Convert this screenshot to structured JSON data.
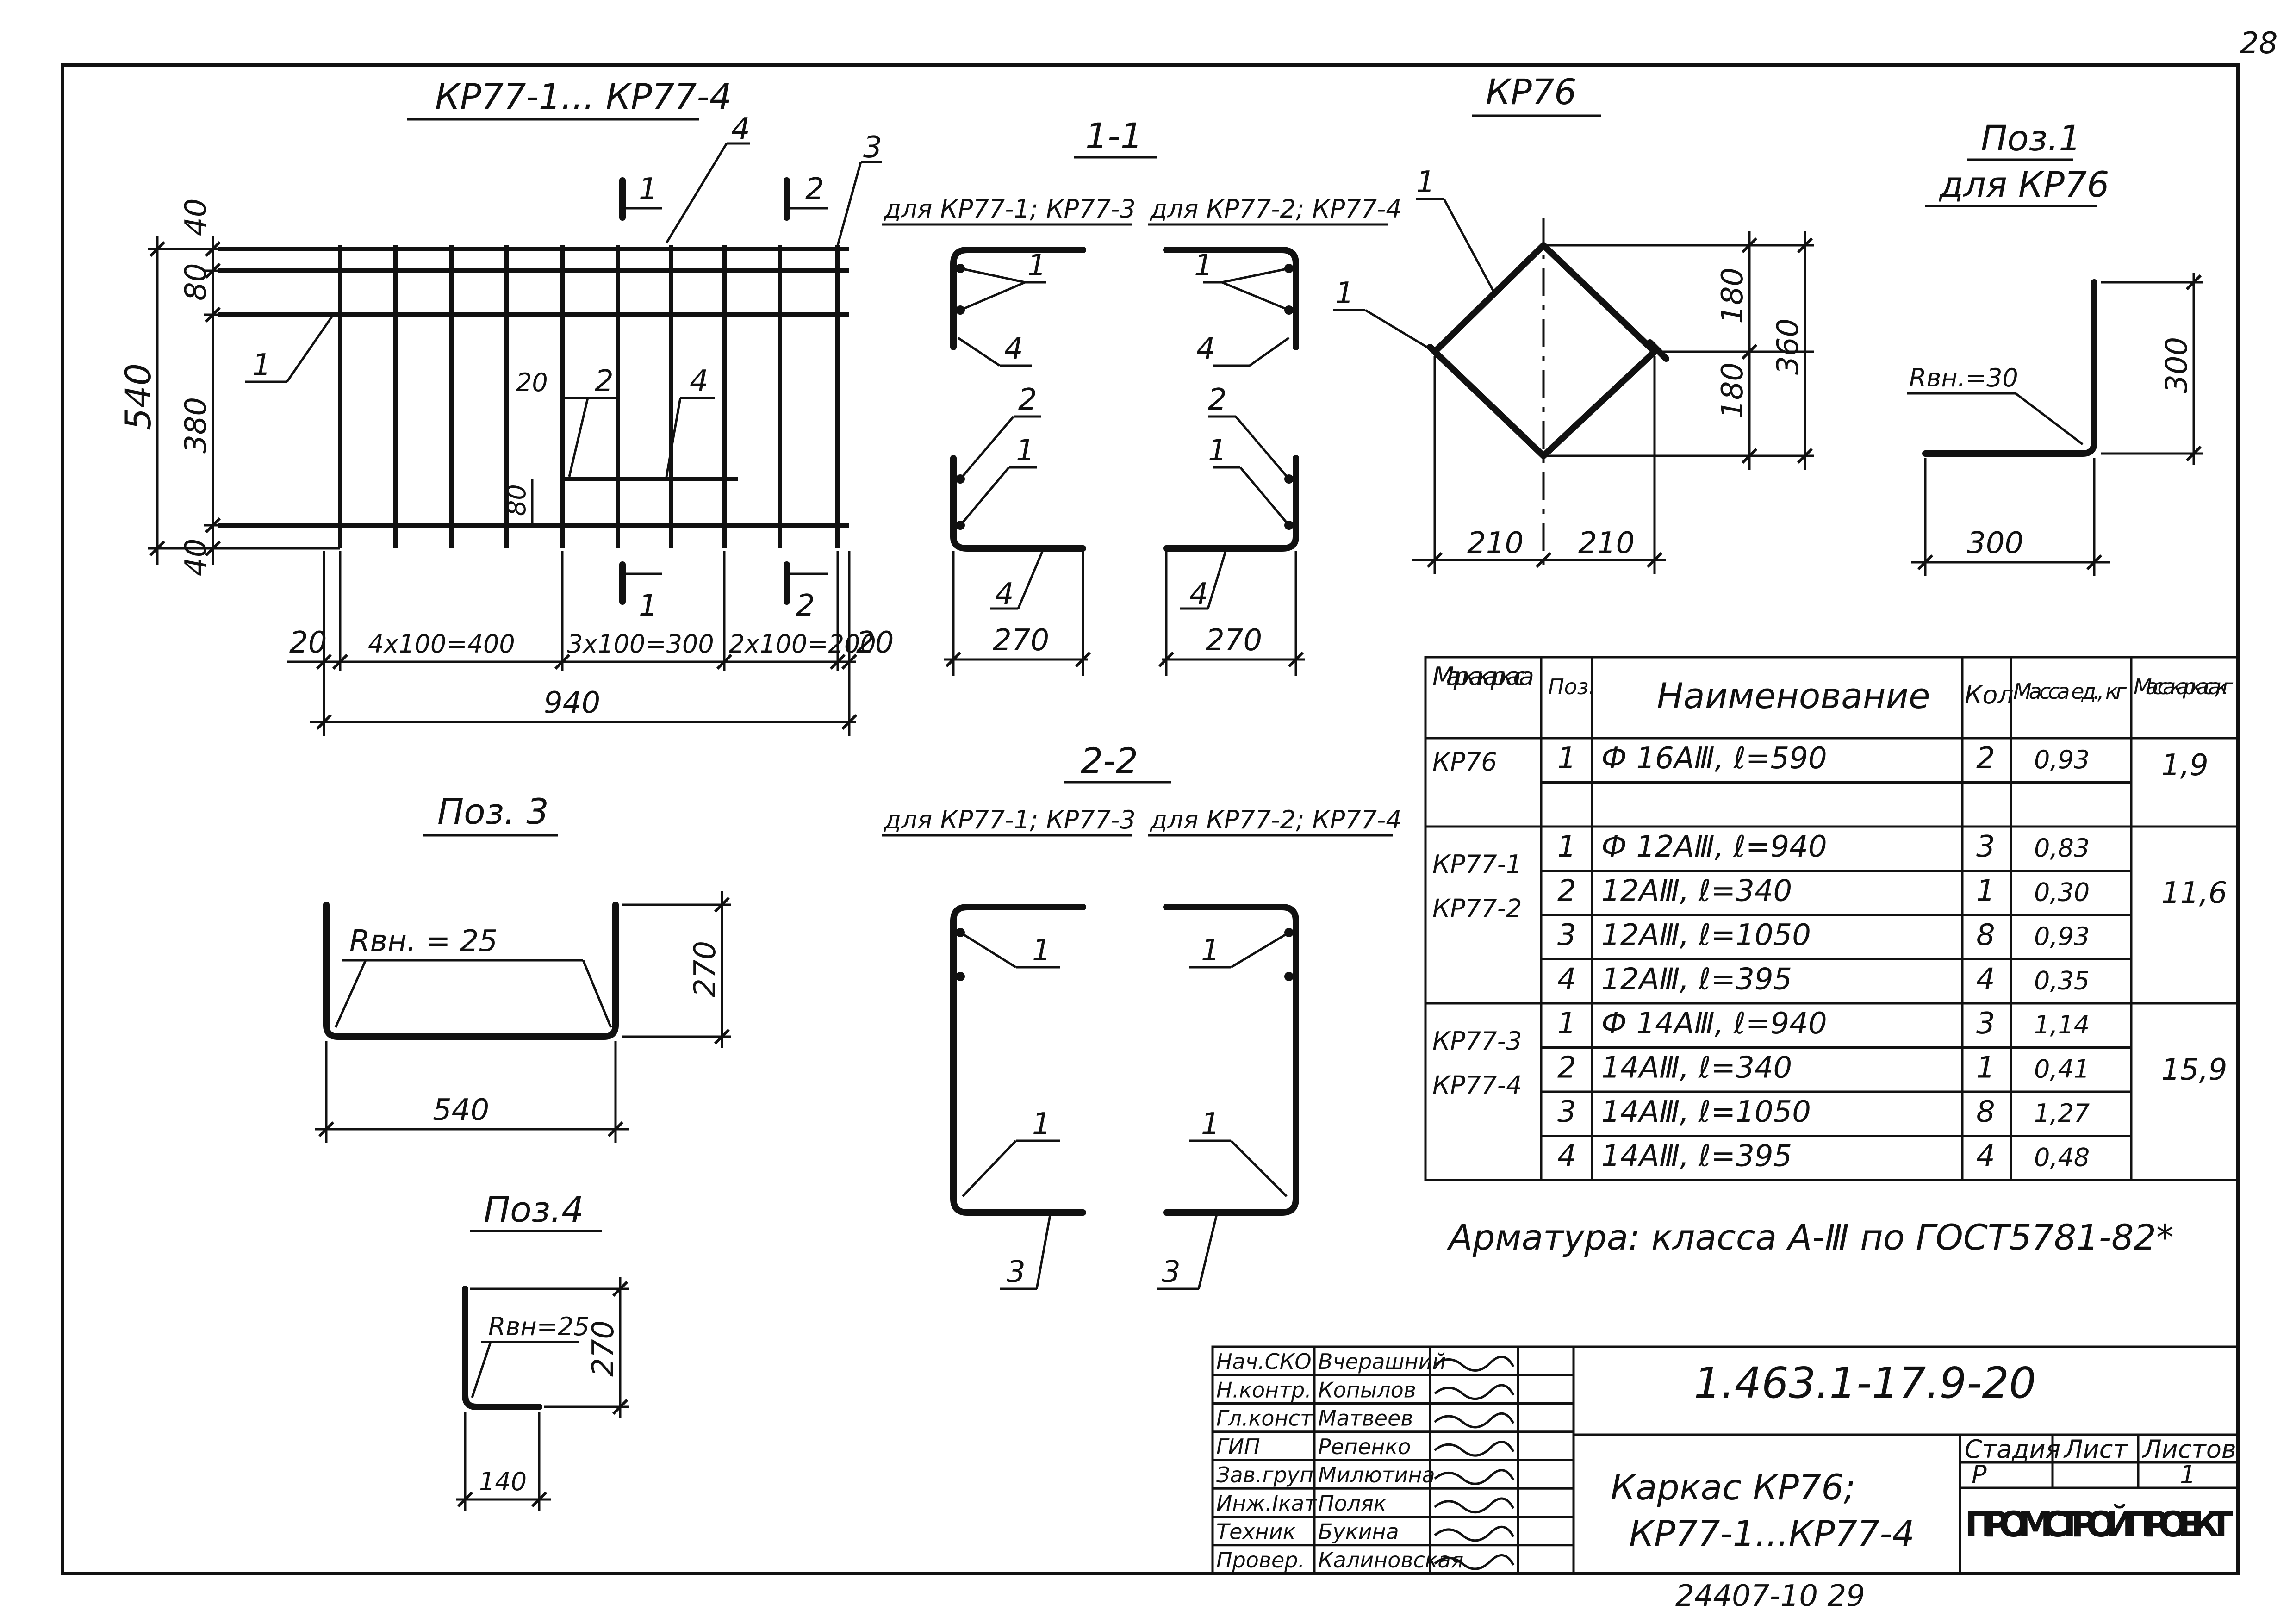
{
  "page_number": "28",
  "main_view": {
    "title": "КР77-1... КР77-4",
    "pos_labels": [
      "1",
      "2",
      "3",
      "4"
    ],
    "cut_marks": [
      "1",
      "2"
    ],
    "dims": {
      "total_h": "540",
      "top": "40",
      "d80": "80",
      "mid": "380",
      "bottom": "40",
      "d20": "20",
      "d80b": "80",
      "b1": "20",
      "b2": "4x100=400",
      "b3": "3x100=300",
      "b4": "2x100=200",
      "b5": "20",
      "total_w": "940"
    }
  },
  "section_1_1": {
    "title": "1-1",
    "left_caption": "для КР77-1; КР77-3",
    "right_caption": "для КР77-2; КР77-4",
    "labels": [
      "1",
      "4",
      "2",
      "1",
      "4"
    ],
    "width": "270"
  },
  "kp76": {
    "title": "КР76",
    "labels": [
      "1",
      "1"
    ],
    "dims": {
      "upper": "180",
      "lower": "180",
      "total": "360",
      "left": "210",
      "right": "210"
    }
  },
  "pos1": {
    "title": "Поз.1",
    "subtitle": "для КР76",
    "radius": "Rвн.=30",
    "height": "300",
    "width": "300"
  },
  "section_2_2": {
    "title": "2-2",
    "left_caption": "для КР77-1; КР77-3",
    "right_caption": "для КР77-2; КР77-4",
    "labels": [
      "1",
      "1",
      "3"
    ]
  },
  "pos3": {
    "title": "Поз. 3",
    "radius": "Rвн. = 25",
    "height": "270",
    "width": "540"
  },
  "pos4": {
    "title": "Поз.4",
    "radius": "Rвн=25",
    "height": "270",
    "width": "140"
  },
  "spec_table": {
    "headers": [
      "Марка каркаса",
      "Поз.",
      "Наименование",
      "Кол",
      "Масса ед., кг",
      "Масса каркаса, кг"
    ],
    "rows": [
      {
        "mark": "КР76",
        "pos": "1",
        "name": "Ф 16АⅢ, ℓ=590",
        "qty": "2",
        "mass": "0,93",
        "total": "1,9"
      },
      {
        "mark": "",
        "pos": "",
        "name": "",
        "qty": "",
        "mass": "",
        "total": ""
      },
      {
        "mark": "КР77-1",
        "pos": "1",
        "name": "Ф 12АⅢ, ℓ=940",
        "qty": "3",
        "mass": "0,83",
        "total": "11,6"
      },
      {
        "mark": "КР77-2",
        "pos": "2",
        "name": "12АⅢ, ℓ=340",
        "qty": "1",
        "mass": "0,30",
        "total": ""
      },
      {
        "mark": "",
        "pos": "3",
        "name": "12АⅢ, ℓ=1050",
        "qty": "8",
        "mass": "0,93",
        "total": ""
      },
      {
        "mark": "",
        "pos": "4",
        "name": "12АⅢ, ℓ=395",
        "qty": "4",
        "mass": "0,35",
        "total": ""
      },
      {
        "mark": "КР77-3",
        "pos": "1",
        "name": "Ф 14АⅢ, ℓ=940",
        "qty": "3",
        "mass": "1,14",
        "total": "15,9"
      },
      {
        "mark": "КР77-4",
        "pos": "2",
        "name": "14АⅢ, ℓ=340",
        "qty": "1",
        "mass": "0,41",
        "total": ""
      },
      {
        "mark": "",
        "pos": "3",
        "name": "14АⅢ, ℓ=1050",
        "qty": "8",
        "mass": "1,27",
        "total": ""
      },
      {
        "mark": "",
        "pos": "4",
        "name": "14АⅢ, ℓ=395",
        "qty": "4",
        "mass": "0,48",
        "total": ""
      }
    ]
  },
  "note": "Арматура: класса А-Ⅲ по ГОСТ5781-82*",
  "title_block": {
    "roles": [
      {
        "role": "Нач.СКО",
        "name": "Вчерашний"
      },
      {
        "role": "Н.контр.",
        "name": "Копылов"
      },
      {
        "role": "Гл.конст",
        "name": "Матвеев"
      },
      {
        "role": "ГИП",
        "name": "Репенко"
      },
      {
        "role": "Зав.груп",
        "name": "Милютина"
      },
      {
        "role": "Инж.Ⅰкат",
        "name": "Поляк"
      },
      {
        "role": "Техник",
        "name": "Букина"
      },
      {
        "role": "Провер.",
        "name": "Калиновская"
      }
    ],
    "doc_code": "1.463.1-17.9-20",
    "title_line1": "Каркас КР76;",
    "title_line2": "КР77-1...КР77-4",
    "stage_label": "Стадия",
    "sheet_label": "Лист",
    "sheets_label": "Листов",
    "stage": "Р",
    "sheet": "",
    "sheets": "1",
    "org": "ПРОМСТРОЙПРОЕКТ"
  },
  "bottom_code": "24407-10  29"
}
